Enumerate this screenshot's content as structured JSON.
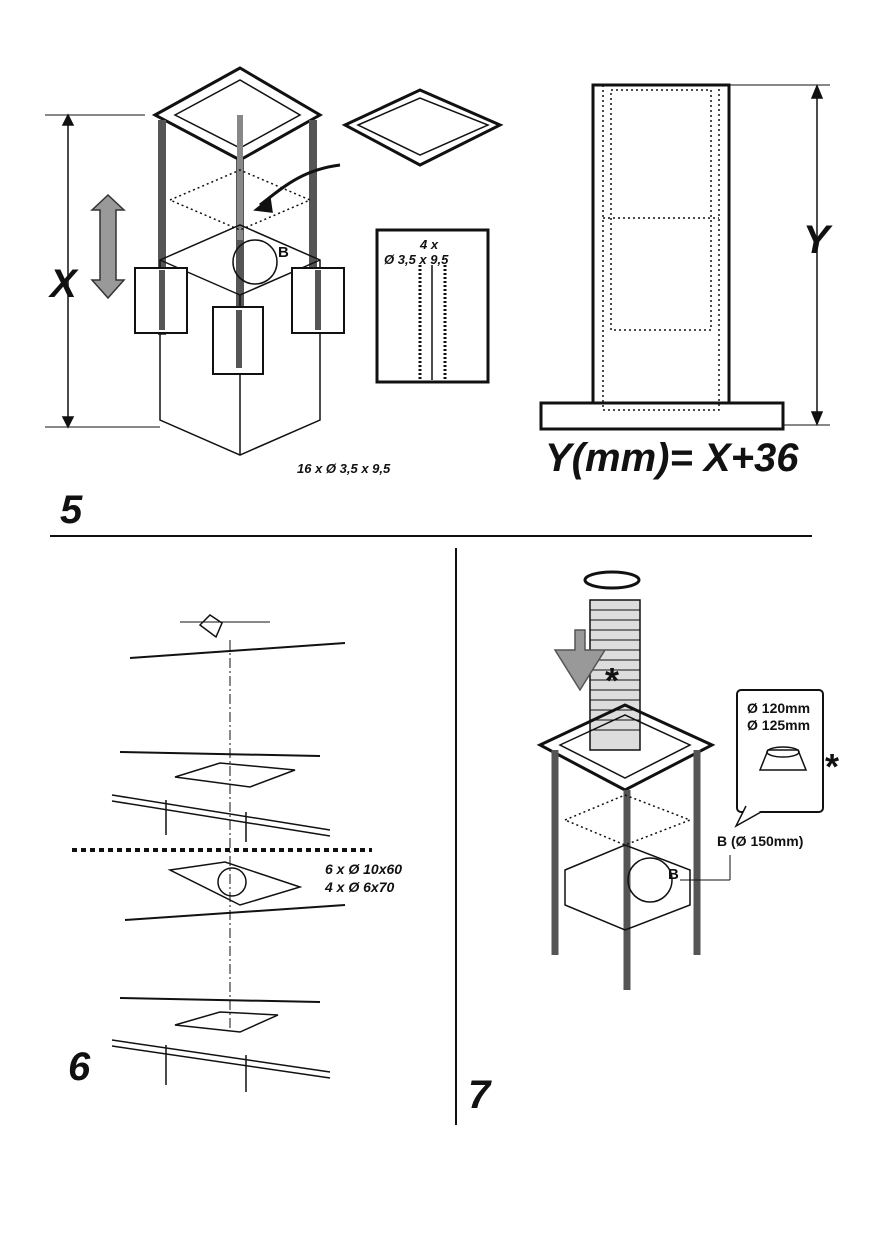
{
  "step5": {
    "number": "5",
    "dimension_x": "X",
    "part_b": "B",
    "detail_screws_count": "4 x",
    "detail_screws_size": "Ø 3,5 x 9,5",
    "screws_total": "16 x Ø 3,5 x 9,5",
    "dimension_y": "Y",
    "formula": "Y(mm)= X+36"
  },
  "step6": {
    "number": "6",
    "plugs": "6 x Ø 10x60",
    "screws": "4 x Ø 6x70"
  },
  "step7": {
    "number": "7",
    "diameter_1": "Ø 120mm",
    "diameter_2": "Ø 125mm",
    "asterisk": "*",
    "part_b": "B",
    "part_b_callout": "B (Ø 150mm)"
  }
}
